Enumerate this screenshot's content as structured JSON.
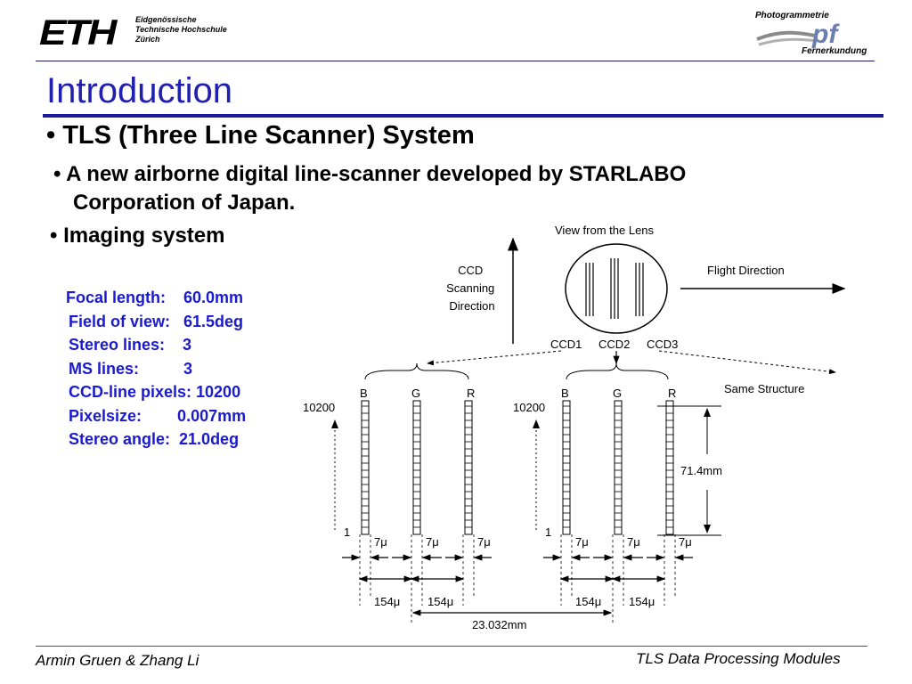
{
  "header": {
    "eth_logo_text": "ETH",
    "eth_sub_lines": [
      "Eidgenössische",
      "Technische Hochschule",
      "Zürich"
    ],
    "pf_logo": {
      "top": "Photogrammetrie",
      "mark": "pf",
      "bottom": "Fernerkundung"
    }
  },
  "slide": {
    "title": "Introduction",
    "heading": "• TLS (Three Line Scanner) System",
    "bullet1_line1": "• A new airborne digital line-scanner developed by STARLABO",
    "bullet1_line2": "Corporation of Japan.",
    "bullet2": "• Imaging system",
    "specs": [
      "Focal length:    60.0mm",
      "Field of view:   61.5deg",
      "Stereo lines:    3",
      "MS lines:          3",
      "CCD-line pixels: 10200",
      "Pixelsize:        0.007mm",
      "Stereo angle:  21.0deg"
    ]
  },
  "diagram": {
    "view_label": "View from the Lens",
    "flight_label": "Flight Direction",
    "ccd_scan_label": [
      "CCD",
      "Scanning",
      "Direction"
    ],
    "ccd_labels": [
      "CCD1",
      "CCD2",
      "CCD3"
    ],
    "same_structure": "Same Structure",
    "channel_labels": [
      "B",
      "G",
      "R"
    ],
    "pixel_top": "10200",
    "pixel_bottom": "1",
    "gap_7": "7μ",
    "gap_154": "154μ",
    "height_label": "71.4mm",
    "span_label": "23.032mm"
  },
  "footer": {
    "left": "Armin Gruen & Zhang Li",
    "right": "TLS Data Processing Modules"
  }
}
